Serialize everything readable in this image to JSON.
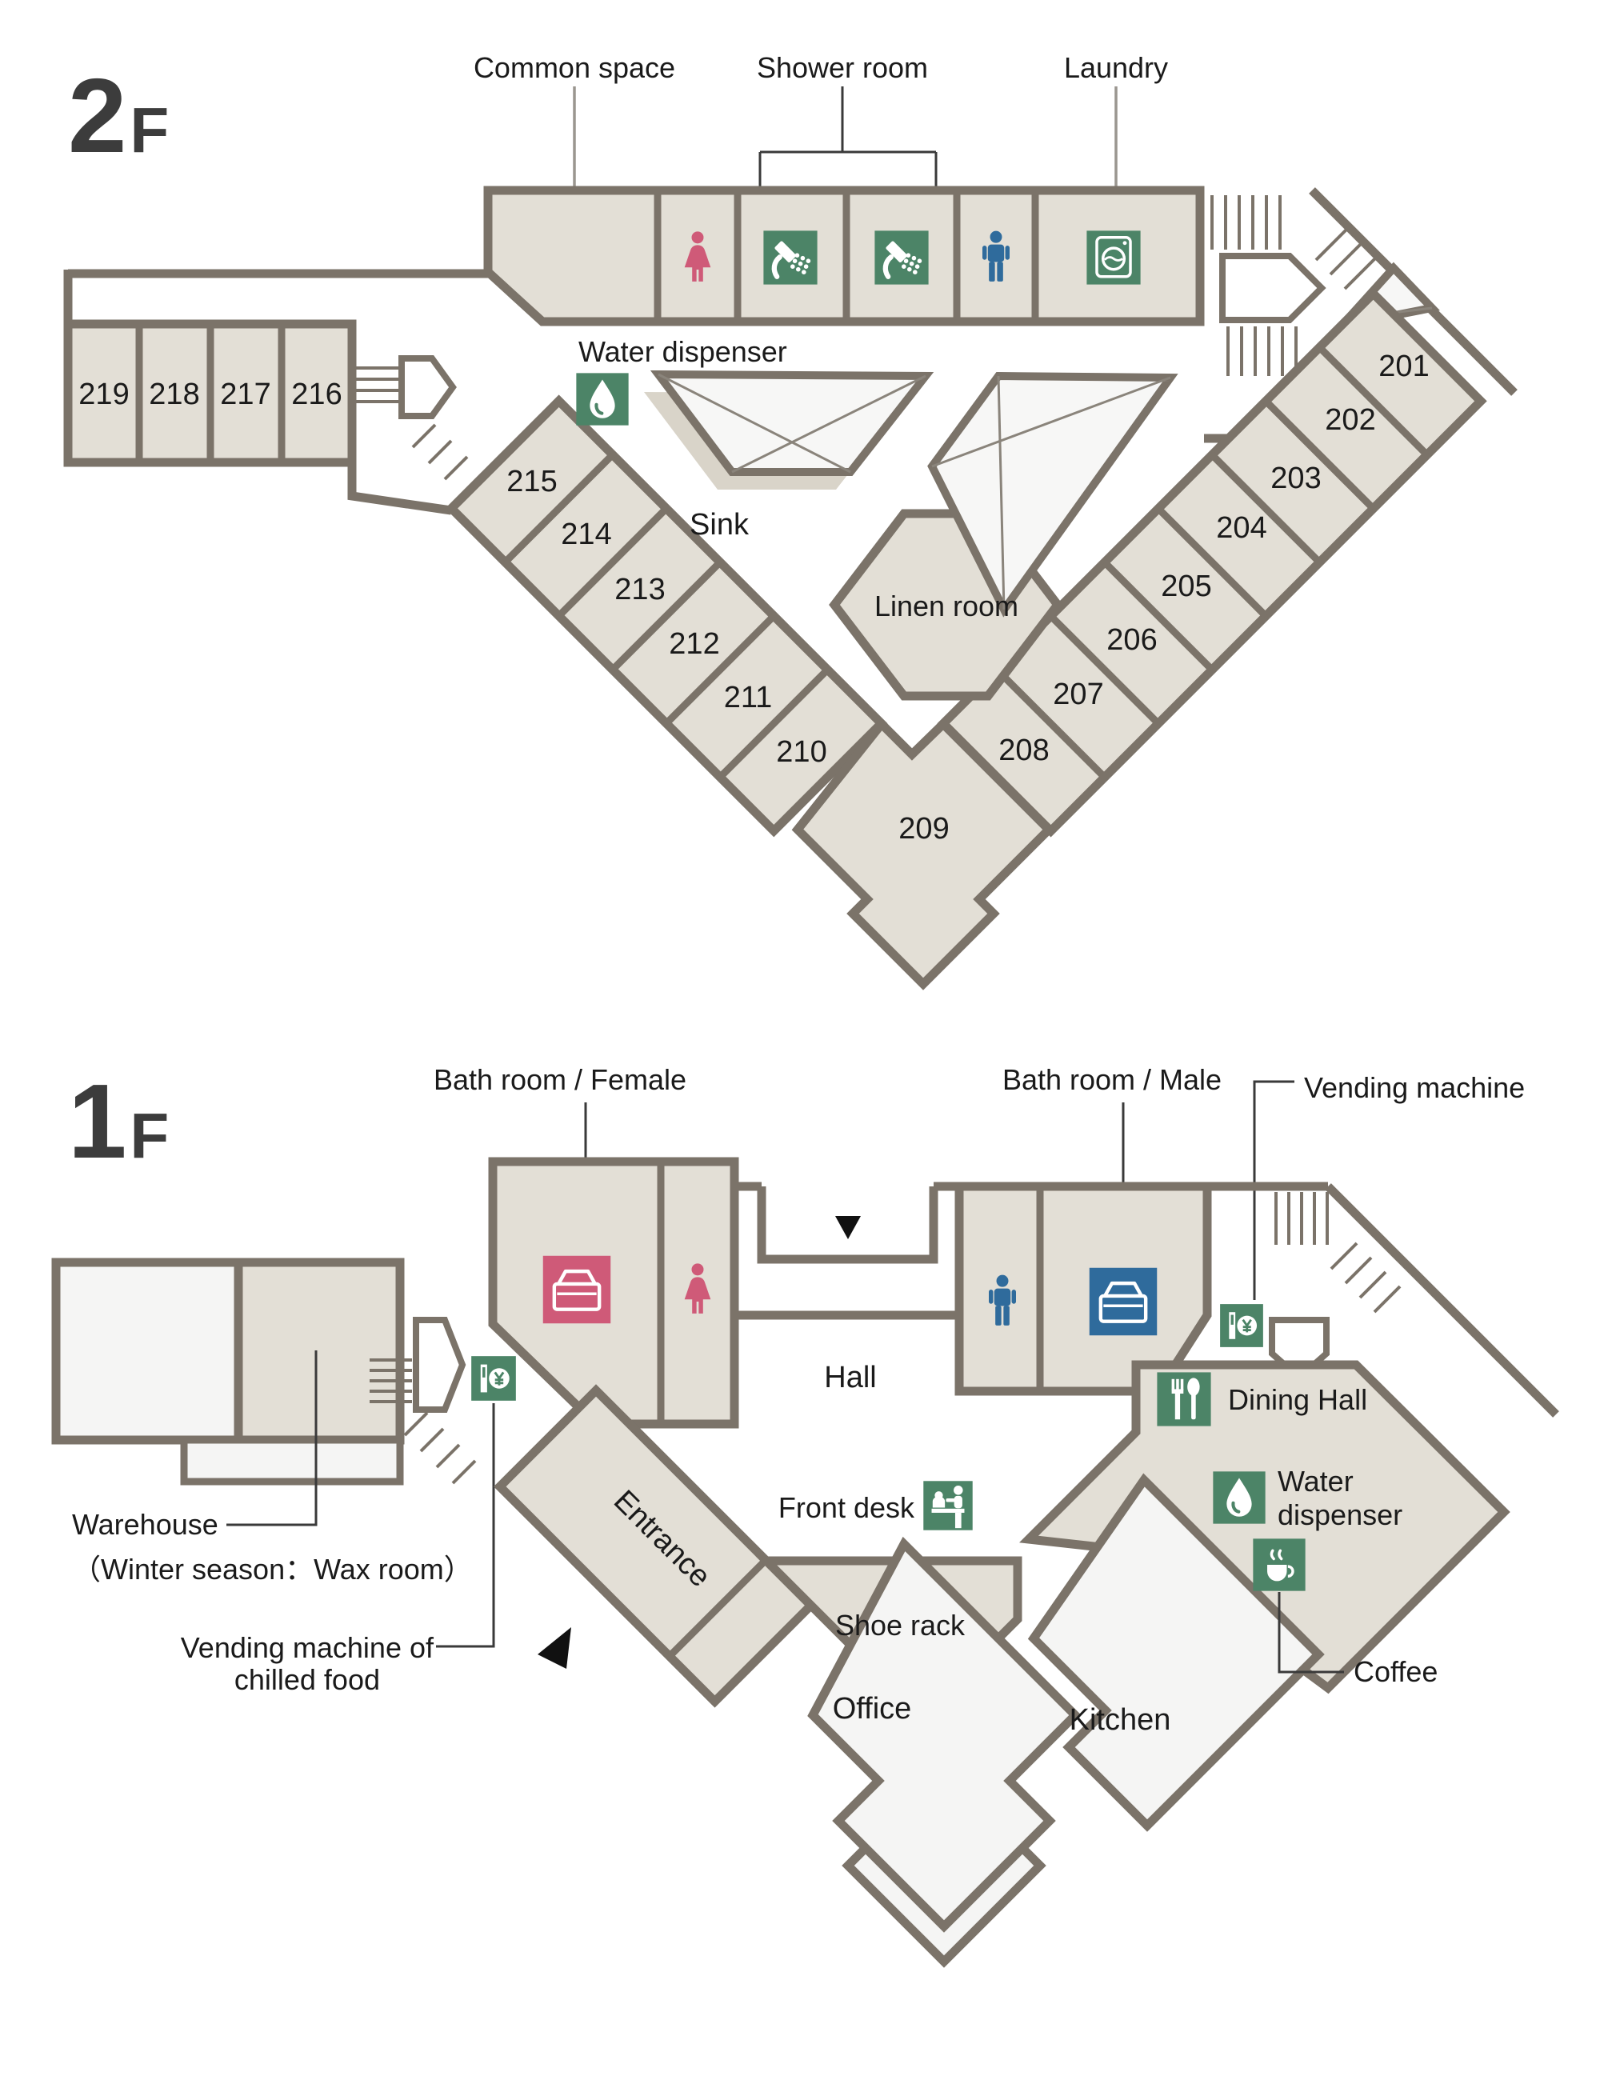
{
  "colors": {
    "wall": "#7b7369",
    "room_fill": "#e3dfd6",
    "light_fill": "#f5f5f4",
    "green": "#4c8467",
    "pink": "#cf5a78",
    "blue": "#2f6b9c",
    "text": "#1a1a1a"
  },
  "f2": {
    "floor_digit": "2",
    "floor_suffix": "F",
    "room_numbers": [
      "201",
      "202",
      "203",
      "204",
      "205",
      "206",
      "207",
      "208",
      "209",
      "210",
      "211",
      "212",
      "213",
      "214",
      "215",
      "216",
      "217",
      "218",
      "219"
    ],
    "labels": {
      "common_space": "Common space",
      "shower_room": "Shower room",
      "laundry": "Laundry",
      "water_dispenser": "Water dispenser",
      "sink": "Sink",
      "linen_room": "Linen room"
    }
  },
  "f1": {
    "floor_digit": "1",
    "floor_suffix": "F",
    "labels": {
      "bath_female": "Bath room / Female",
      "bath_male": "Bath room / Male",
      "vending_machine": "Vending machine",
      "hall": "Hall",
      "front_desk": "Front desk",
      "entrance": "Entrance",
      "shoe_rack": "Shoe rack",
      "office": "Office",
      "kitchen": "Kitchen",
      "dining_hall": "Dining Hall",
      "water_line1": "Water",
      "water_line2": "dispenser",
      "coffee": "Coffee",
      "warehouse_line1": "Warehouse",
      "warehouse_line2": "（Winter season：Wax room）",
      "vend_chilled_line1": "Vending machine of",
      "vend_chilled_line2": "chilled food"
    }
  }
}
